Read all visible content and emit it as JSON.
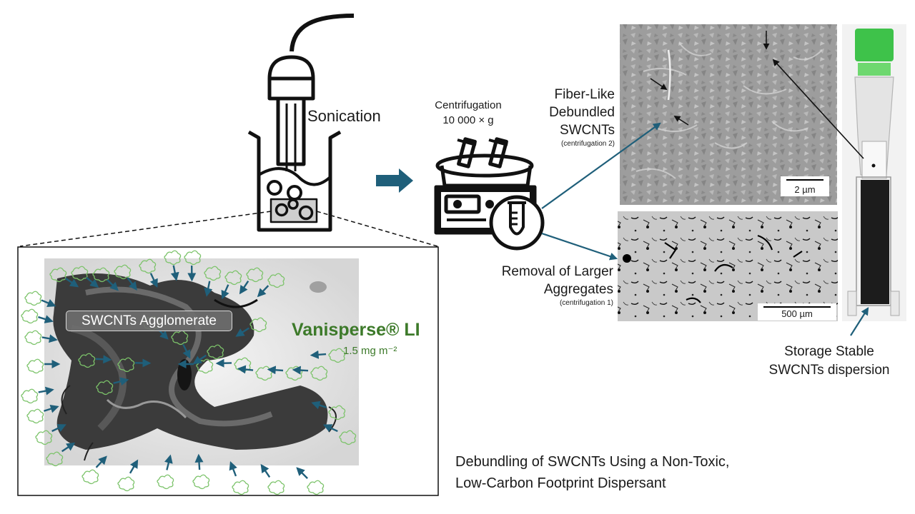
{
  "labels": {
    "sonication": "Sonication",
    "centrifugation_line1": "Centrifugation",
    "centrifugation_line2": "10 000 × g",
    "fiber_line1": "Fiber-Like",
    "fiber_line2": "Debundled",
    "fiber_line3": "SWCNTs",
    "fiber_note": "(centrifugation 2)",
    "removal_line1": "Removal of Larger",
    "removal_line2": "Aggregates",
    "removal_note": "(centrifugation 1)",
    "storage_line1": "Storage Stable",
    "storage_line2": "SWCNTs dispersion",
    "agglomerate": "SWCNTs Agglomerate",
    "dispersant_name": "Vanisperse® LI",
    "dispersant_conc": "1.5 mg m⁻²",
    "scale_top": "2 µm",
    "scale_bottom": "500 µm",
    "caption_line1": "Debundling of SWCNTs Using a Non-Toxic,",
    "caption_line2": "Low-Carbon Footprint Dispersant"
  },
  "colors": {
    "arrow_blue": "#1f5f7a",
    "dispersant_green": "#3d7a2a",
    "blob_green": "#7cc36a",
    "cap_green": "#3ec24a",
    "icon_black": "#111111"
  },
  "icons": [
    "sonicator-probe-icon",
    "beaker-icon",
    "centrifuge-icon",
    "test-tube-icon",
    "process-arrow-icon",
    "vial-icon"
  ]
}
